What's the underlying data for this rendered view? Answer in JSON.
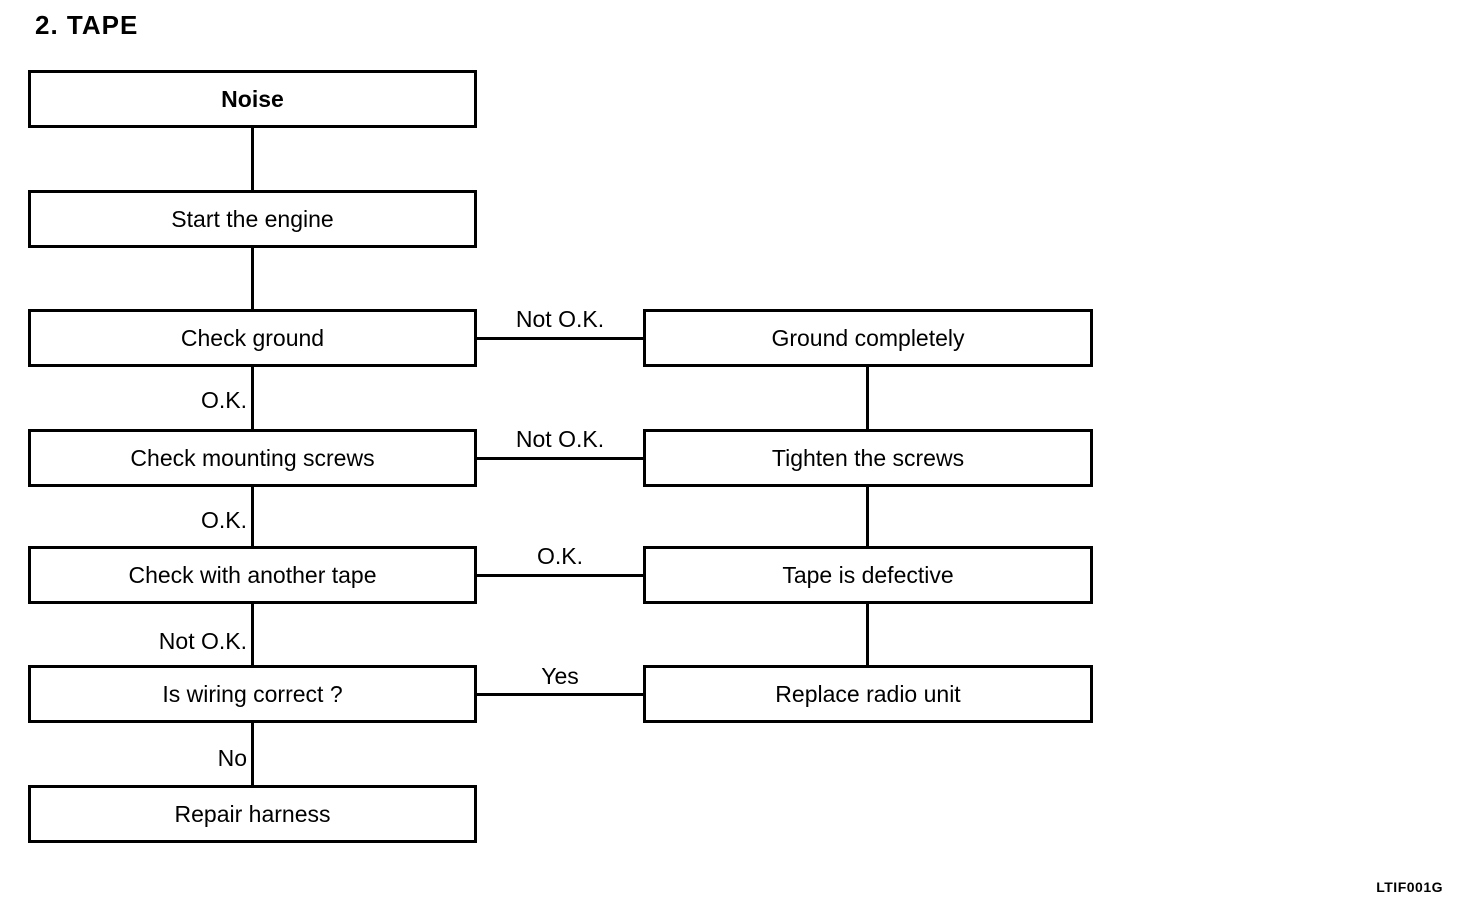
{
  "page": {
    "title": "2. TAPE",
    "figure_code": "LTIF001G"
  },
  "flowchart": {
    "nodes": {
      "noise": "Noise",
      "start_engine": "Start the engine",
      "check_ground": "Check ground",
      "check_mounting_screws": "Check mounting screws",
      "check_with_another_tape": "Check with another tape",
      "is_wiring_correct": "Is wiring correct ?",
      "repair_harness": "Repair harness",
      "ground_completely": "Ground completely",
      "tighten_the_screws": "Tighten the screws",
      "tape_is_defective": "Tape is defective",
      "replace_radio_unit": "Replace radio unit"
    },
    "edge_labels": {
      "check_ground_fail": "Not O.K.",
      "check_ground_pass": "O.K.",
      "check_mounting_fail": "Not O.K.",
      "check_mounting_pass": "O.K.",
      "another_tape_pass": "O.K.",
      "another_tape_fail": "Not O.K.",
      "wiring_yes": "Yes",
      "wiring_no": "No"
    }
  }
}
